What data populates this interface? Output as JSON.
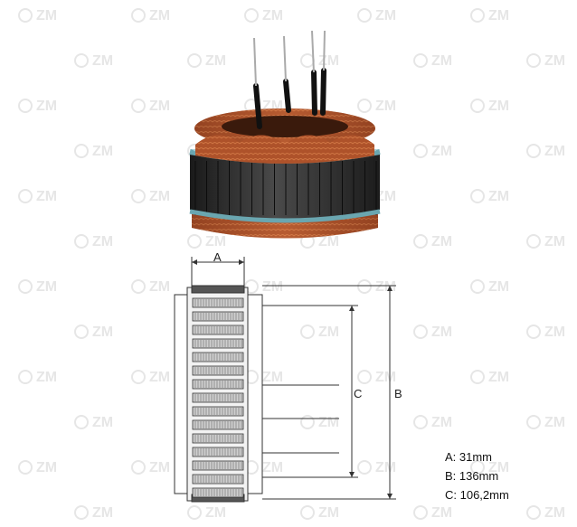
{
  "watermark": {
    "text": "ZM",
    "color": "#e6e6e6"
  },
  "product_photo": {
    "subject": "alternator stator",
    "colors": {
      "copper": "#b5562b",
      "core": "#2a2a2a",
      "insulation": "#6aa6b0",
      "lead_wire": "#111111"
    }
  },
  "drawing": {
    "labels": {
      "a": "A",
      "b": "B",
      "c": "C"
    },
    "line_color": "#333333"
  },
  "specs": [
    {
      "text": "A: 31mm"
    },
    {
      "text": "B: 136mm"
    },
    {
      "text": "C: 106,2mm"
    }
  ]
}
